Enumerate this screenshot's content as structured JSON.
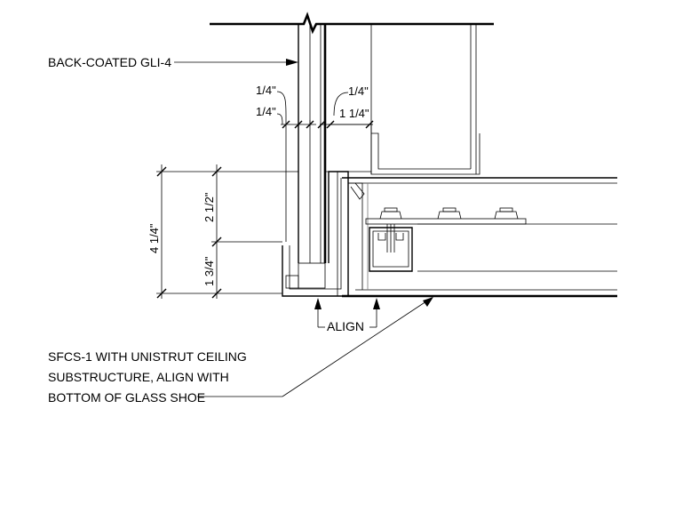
{
  "notes": {
    "back_coated": "BACK-COATED GLI-4",
    "sfcs_line1": "SFCS-1 WITH UNISTRUT CEILING",
    "sfcs_line2": "SUBSTRUCTURE, ALIGN WITH",
    "sfcs_line3": "BOTTOM OF GLASS SHOE",
    "align": "ALIGN"
  },
  "dimensions": {
    "left_quarter_top": "1/4\"",
    "left_quarter_bottom": "1/4\"",
    "right_quarter": "1/4\"",
    "right_one_quarter": "1 1/4\"",
    "overall_height": "4 1/4\"",
    "upper_height": "2 1/2\"",
    "lower_height": "1 3/4\""
  }
}
